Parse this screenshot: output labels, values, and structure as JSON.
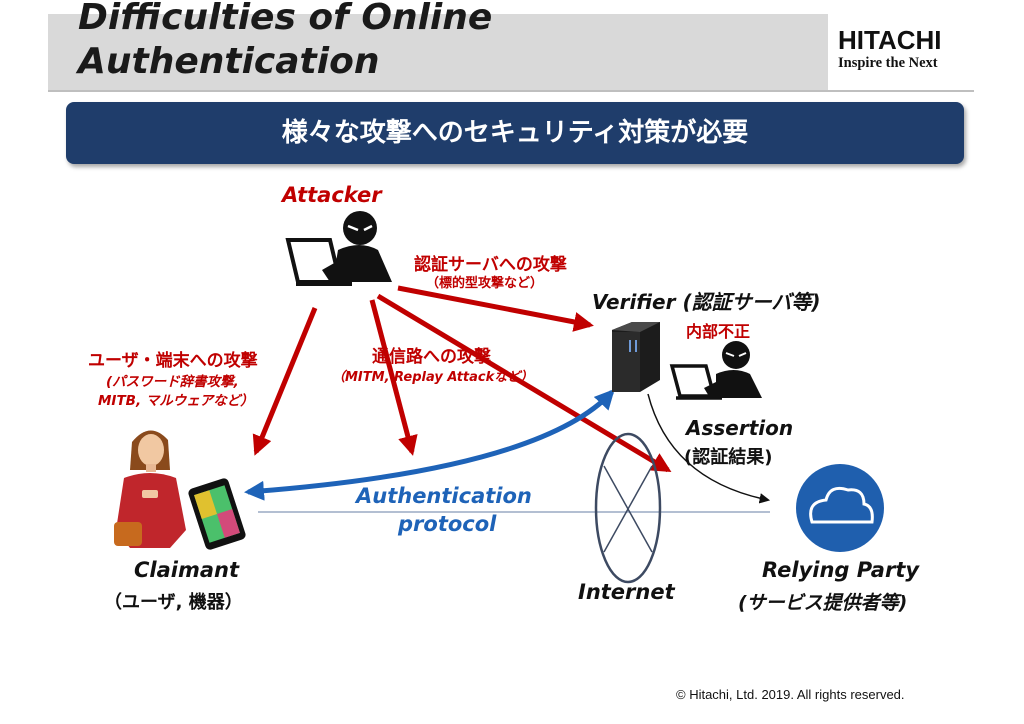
{
  "slide": {
    "title_line1": "Difficulties of Online",
    "title_line2": "Authentication",
    "banner": "様々な攻撃へのセキュリティ対策が必要",
    "copyright": "© Hitachi, Ltd. 2019. All rights reserved."
  },
  "logo": {
    "name": "HITACHI",
    "tagline": "Inspire the Next"
  },
  "diagram": {
    "attacker": "Attacker",
    "attack_server": "認証サーバへの攻撃",
    "attack_server_sub": "（標的型攻撃など）",
    "verifier": "Verifier (認証サーバ等)",
    "insider": "内部不正",
    "attack_device": "ユーザ・端末への攻撃",
    "attack_device_sub1": "(パスワード辞書攻撃,",
    "attack_device_sub2": "MITB, マルウェアなど）",
    "attack_channel": "通信路への攻撃",
    "attack_channel_sub": "（MITM, Replay Attackなど）",
    "assertion": "Assertion",
    "assertion_sub": "(認証結果)",
    "protocol_line1": "Authentication",
    "protocol_line2": "protocol",
    "claimant": "Claimant",
    "claimant_sub": "（ユーザ, 機器）",
    "internet": "Internet",
    "relying_party": "Relying Party",
    "relying_party_sub": "(サービス提供者等)"
  },
  "colors": {
    "attack_red": "#c00000",
    "protocol_blue": "#1e63b8",
    "banner_navy": "#1f3d6b",
    "cloud_blue": "#1f5fae"
  },
  "icons": [
    "attacker-icon",
    "server-icon",
    "insider-icon",
    "woman-icon",
    "smartphone-icon",
    "cloud-icon",
    "internet-globe-icon"
  ]
}
